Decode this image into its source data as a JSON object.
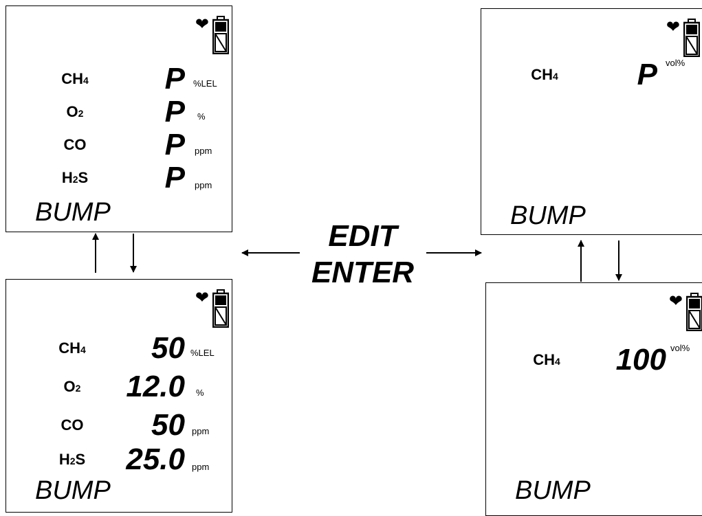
{
  "center_label": {
    "line1": "EDIT",
    "line2": "ENTER"
  },
  "screens": {
    "top_left": {
      "rows": [
        {
          "gas_main": "CH",
          "gas_sub": "4",
          "gas_tail": "",
          "value": "P",
          "unit": "%LEL"
        },
        {
          "gas_main": "O",
          "gas_sub": "2",
          "gas_tail": "",
          "value": "P",
          "unit": "%"
        },
        {
          "gas_main": "CO",
          "gas_sub": "",
          "gas_tail": "",
          "value": "P",
          "unit": "ppm"
        },
        {
          "gas_main": "H",
          "gas_sub": "2",
          "gas_tail": "S",
          "value": "P",
          "unit": "ppm"
        }
      ],
      "mode": "BUMP"
    },
    "bottom_left": {
      "rows": [
        {
          "gas_main": "CH",
          "gas_sub": "4",
          "gas_tail": "",
          "value": "50",
          "unit": "%LEL"
        },
        {
          "gas_main": "O",
          "gas_sub": "2",
          "gas_tail": "",
          "value": "12.0",
          "unit": "%"
        },
        {
          "gas_main": "CO",
          "gas_sub": "",
          "gas_tail": "",
          "value": "50",
          "unit": "ppm"
        },
        {
          "gas_main": "H",
          "gas_sub": "2",
          "gas_tail": "S",
          "value": "25.0",
          "unit": "ppm"
        }
      ],
      "mode": "BUMP"
    },
    "top_right": {
      "rows": [
        {
          "gas_main": "CH",
          "gas_sub": "4",
          "gas_tail": "",
          "value": "P",
          "unit": "vol%"
        }
      ],
      "mode": "BUMP"
    },
    "bottom_right": {
      "rows": [
        {
          "gas_main": "CH",
          "gas_sub": "4",
          "gas_tail": "",
          "value": "100",
          "unit": "vol%"
        }
      ],
      "mode": "BUMP"
    }
  },
  "icons": {
    "status_heart": "heart-icon",
    "status_battery": "battery-icon"
  }
}
